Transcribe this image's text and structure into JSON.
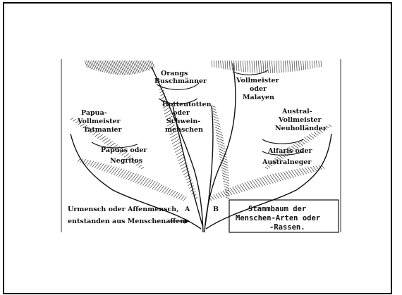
{
  "labels": {
    "orang": "Orangs",
    "buschmaenner": "Buschmänner",
    "hottentotten_1": "Hottentotten",
    "hottentotten_2": "oder",
    "hottentotten_3": "Schwein-",
    "hottentotten_4": "menschen",
    "malayen_1": "Vollmeister",
    "malayen_2": "oder",
    "malayen_3": "Malayen",
    "papua_1": "Papua-",
    "papua_2": "Vollmeister",
    "papua_3": "Tatmanier",
    "papuas_neger_1": "Papuas oder",
    "papuas_neger_2": "Negritos",
    "austral_1": "Austral-",
    "austral_2": "Vollmeister",
    "austral_3": "Neuholländer",
    "austral_neg_1": "Alfaris oder",
    "austral_neg_2": "Australneger",
    "letter_a": "A",
    "letter_b": "B",
    "caption_1": "Urmensch oder Affenmensch,",
    "caption_2": "entstanden aus Menschenaffen.",
    "box_1": "Stammbaum der",
    "box_2": "Menschen-Arten oder",
    "box_3": "-Rassen."
  },
  "colors": {
    "ink": "#111111",
    "paper": "#ffffff",
    "frame": "#000000"
  }
}
